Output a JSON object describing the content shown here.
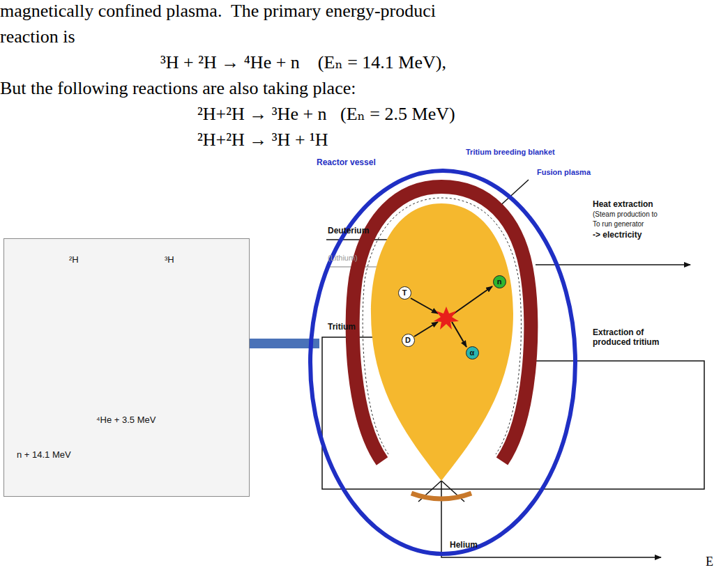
{
  "diagram": {
    "nodes": [
      {
        "text": [
          "²H",
          "³H",
          "⁴He + 3.5 MeV",
          "n + 14.1 MeV"
        ]
      },
      {
        "text": [
          "T"
        ]
      },
      {
        "text": [
          "D"
        ]
      },
      {
        "text": [
          "α"
        ]
      },
      {
        "text": [
          "n"
        ]
      }
    ],
    "labels": [
      "magnetically confined plasma.  The primary energy-produci",
      "reaction is",
      "³H + ²H → ⁴He + n    (Eₙ = 14.1 MeV),",
      "But the following reactions are also taking place:",
      "²H+²H → ³He + n   (Eₙ = 2.5 MeV)",
      "²H+²H → ³H + ¹H",
      "Reactor vessel",
      "Tritium breeding blanket",
      "Fusion plasma",
      "Deuterium",
      "(Lithium)",
      "Tritium",
      "Heat extraction",
      "(Steam production to",
      "To run generator",
      "-> electricity",
      "Extraction of produced tritium",
      "Helium",
      "E"
    ]
  }
}
